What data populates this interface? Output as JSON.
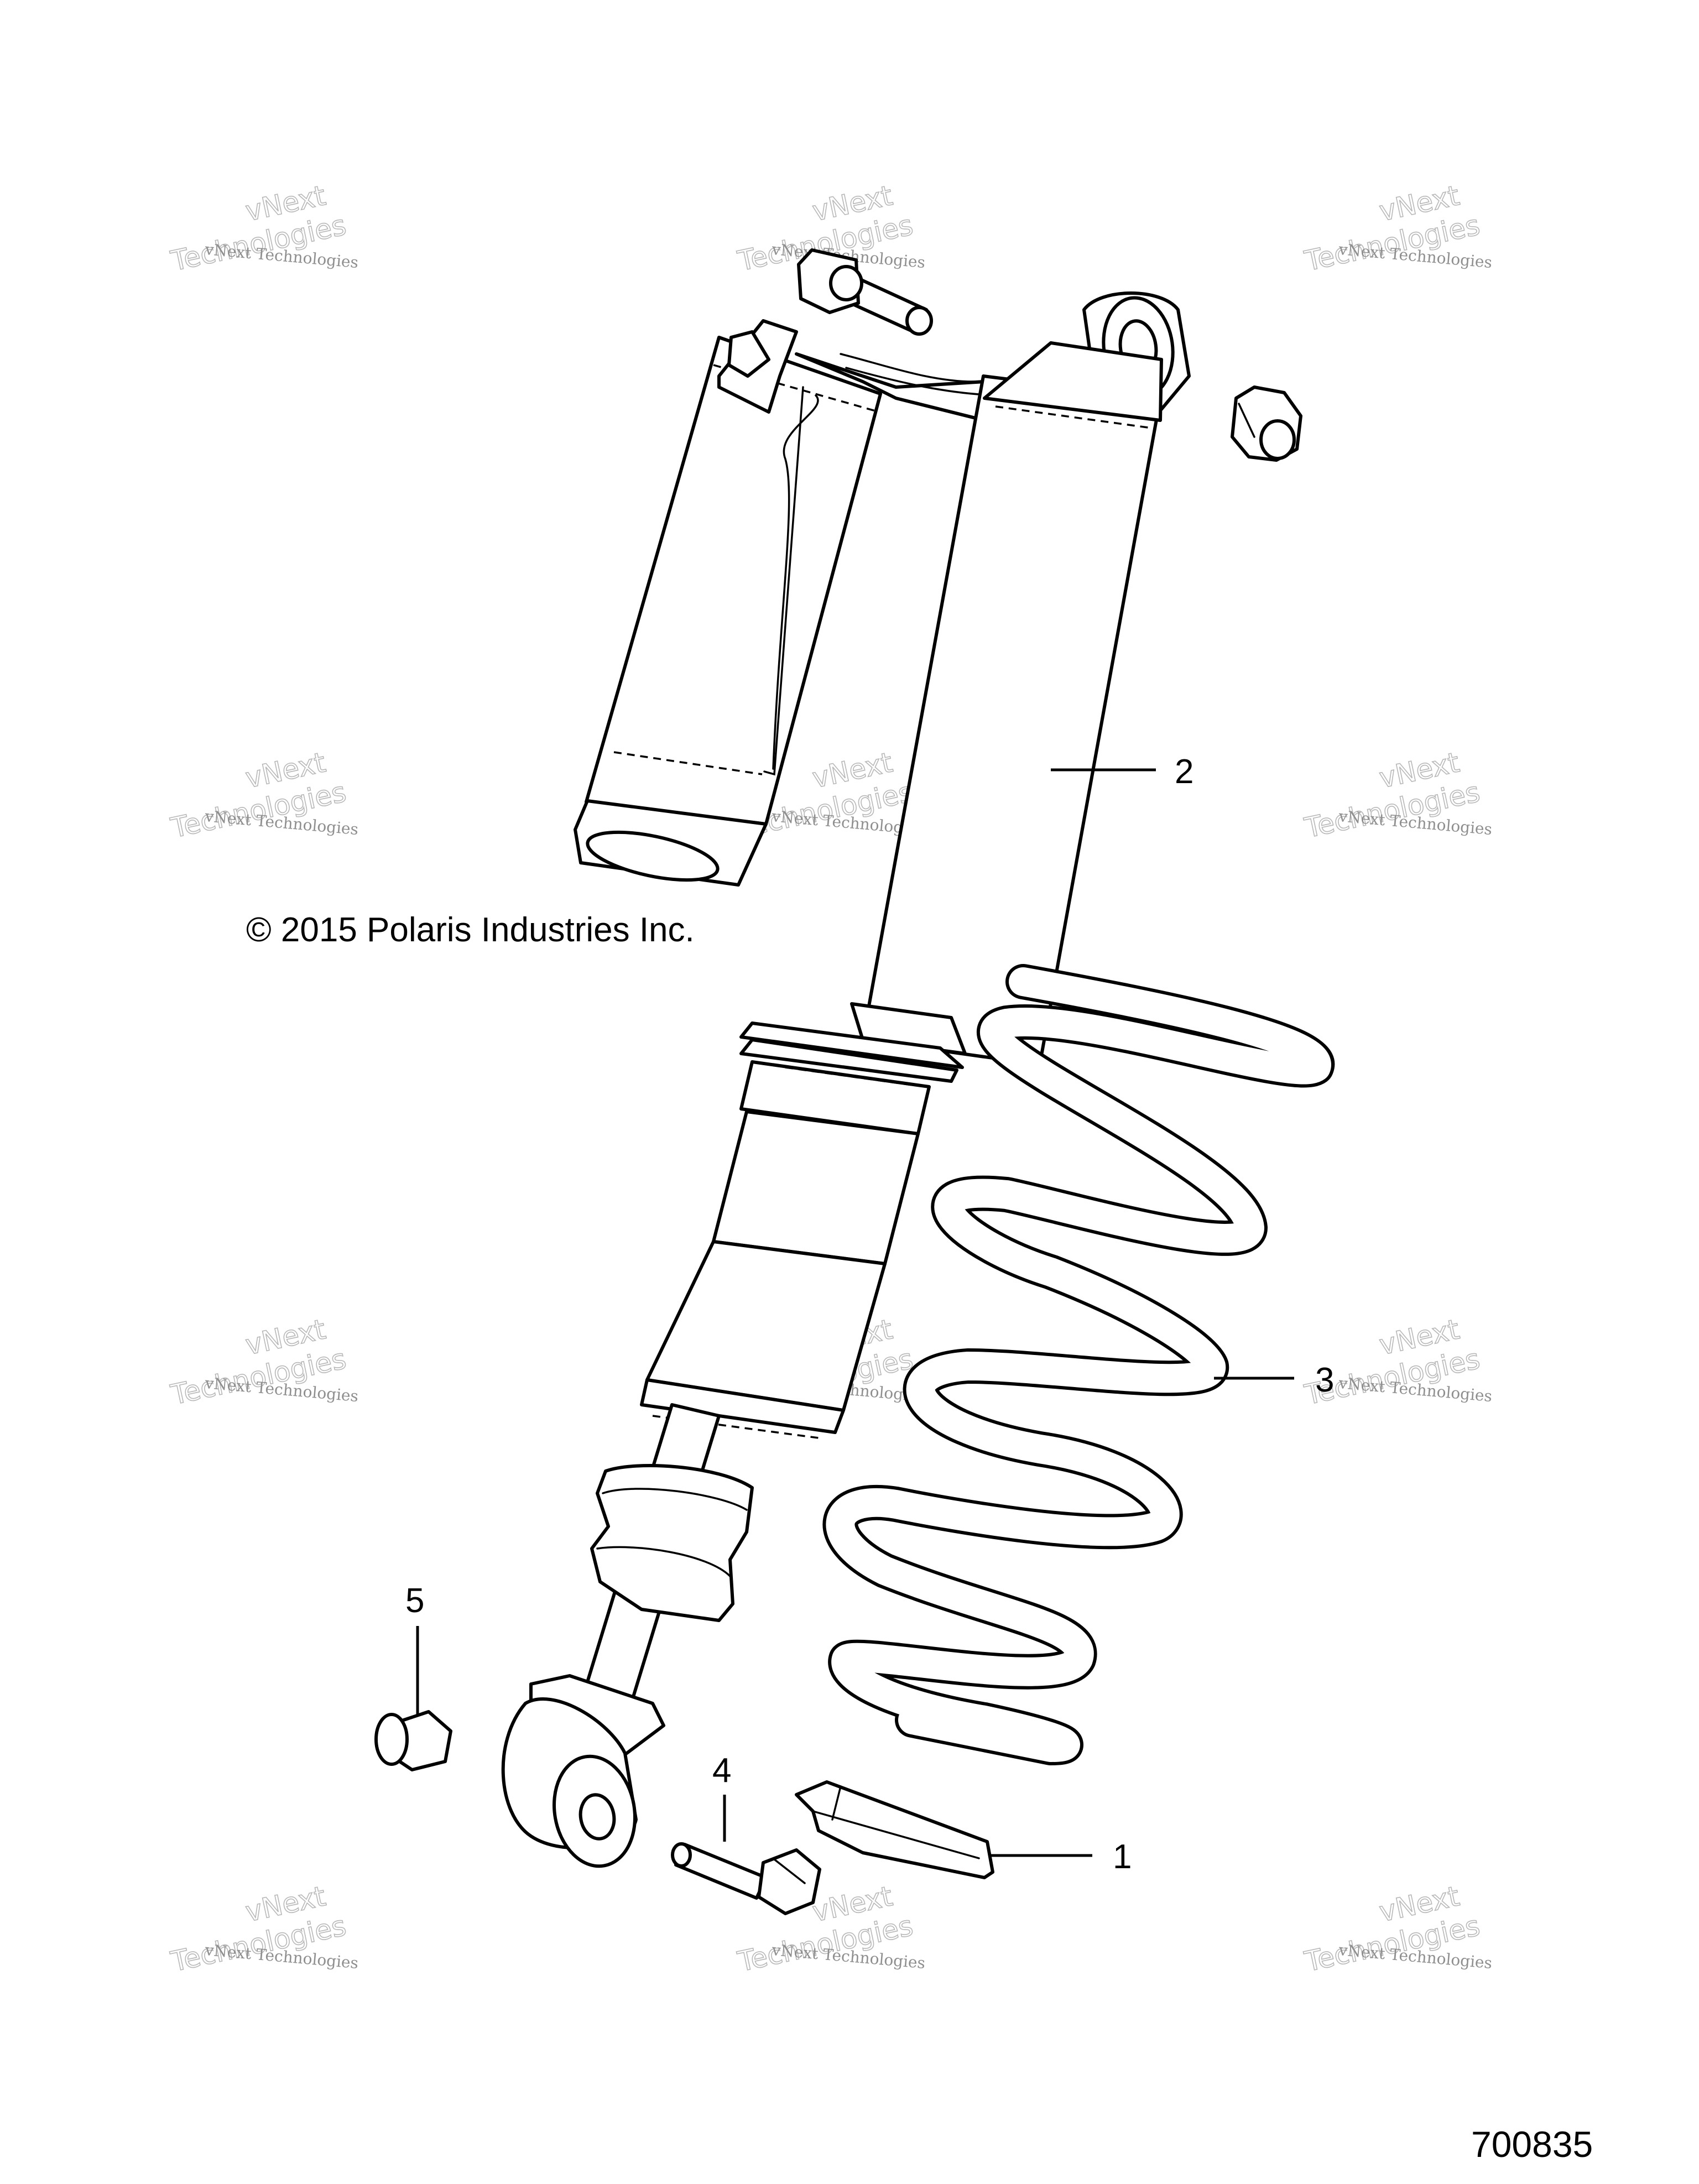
{
  "copyright": "© 2015 Polaris Industries Inc.",
  "document_number": "700835",
  "watermark": {
    "line1": "vNext Technologies",
    "line2": "vNext\nTechnologies"
  },
  "callouts": [
    {
      "id": "1",
      "label": "1"
    },
    {
      "id": "2",
      "label": "2"
    },
    {
      "id": "3",
      "label": "3"
    },
    {
      "id": "4",
      "label": "4"
    },
    {
      "id": "5",
      "label": "5"
    }
  ]
}
